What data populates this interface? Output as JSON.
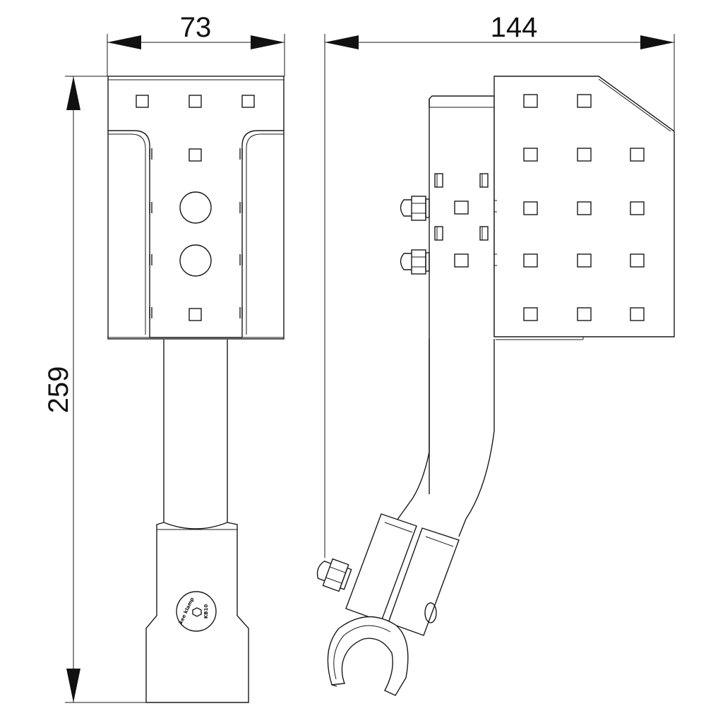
{
  "dimensions": {
    "width_front": "73",
    "width_side": "144",
    "height": "259"
  },
  "stamp": {
    "brand": "kee klamp",
    "code": "KB10"
  }
}
